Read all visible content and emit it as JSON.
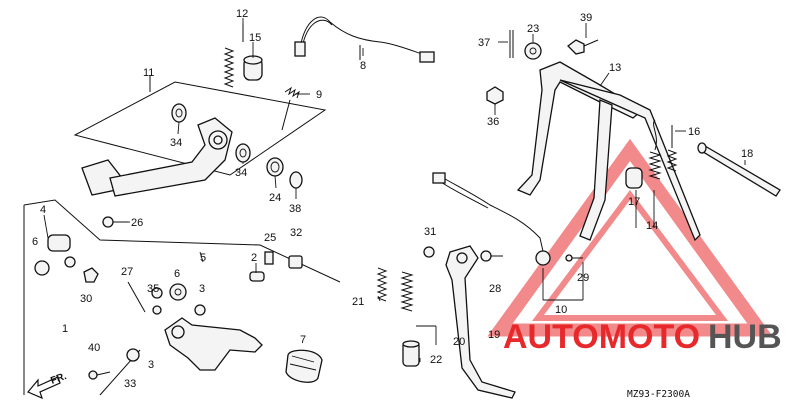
{
  "callouts": {
    "c1": "1",
    "c2": "2",
    "c3a": "3",
    "c3b": "3",
    "c4": "4",
    "c5": "5",
    "c6a": "6",
    "c6b": "6",
    "c7": "7",
    "c8": "8",
    "c9": "9",
    "c10": "10",
    "c11": "11",
    "c12": "12",
    "c13": "13",
    "c14": "14",
    "c15": "15",
    "c16": "16",
    "c17": "17",
    "c18": "18",
    "c19": "19",
    "c20": "20",
    "c21": "21",
    "c22": "22",
    "c23": "23",
    "c24": "24",
    "c25": "25",
    "c26": "26",
    "c27": "27",
    "c28": "28",
    "c29": "29",
    "c30": "30",
    "c31": "31",
    "c32": "32",
    "c33": "33",
    "c34a": "34",
    "c34b": "34",
    "c35": "35",
    "c36": "36",
    "c37": "37",
    "c38": "38",
    "c39": "39",
    "c40": "40"
  },
  "direction_label": "FR.",
  "diagram_code": "MZ93-F2300A",
  "watermark": {
    "brand_part1": "AUTOMOTO",
    "brand_part2": "HUB",
    "color_red": "#e8292c",
    "color_grey": "#555555"
  }
}
